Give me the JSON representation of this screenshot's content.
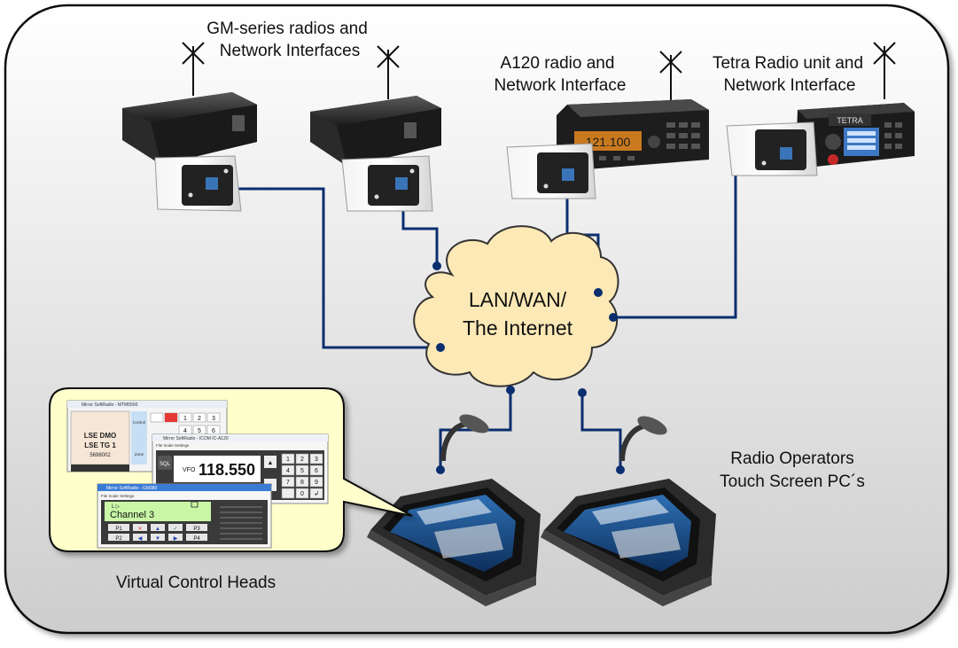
{
  "labels": {
    "gm_line1": "GM-series radios and",
    "gm_line2": "Network Interfaces",
    "a120_line1": "A120 radio and",
    "a120_line2": "Network Interface",
    "tetra_line1": "Tetra Radio unit and",
    "tetra_line2": "Network Interface",
    "cloud_line1": "LAN/WAN/",
    "cloud_line2": "The Internet",
    "operators_line1": "Radio Operators",
    "operators_line2": "Touch Screen PC´s",
    "virtual_heads": "Virtual Control Heads"
  },
  "devices": {
    "a120_display": "121.100",
    "tetra_logo": "TETRA"
  },
  "screens": {
    "window1_title": "Mirror SoftRadio - MTM5500",
    "window1_line1": "LSE DMO",
    "window1_line2": "LSE TG 1",
    "window1_line3": "5698002",
    "window1_btn1": "Control",
    "window1_btn2": "Zone",
    "window2_title": "Mirror SoftRadio - ICOM IC-A120",
    "window2_menu": "File   Scale   Settings",
    "window2_sql": "SQL",
    "window2_vfo": "VFO",
    "window2_freq": "118.550",
    "keypad": [
      "1",
      "2",
      "3",
      "4",
      "5",
      "6",
      "7",
      "8",
      "9",
      "0",
      "↲"
    ],
    "window3_title": "Mirror SoftRadio - GM380",
    "window3_menu": "File   Scale   Settings",
    "window3_icons": "L ▷",
    "window3_channel": "Channel 3",
    "window3_buttons": [
      "P1",
      "P2",
      "P3",
      "P4"
    ],
    "top_keypad": [
      "1",
      "2",
      "3",
      "4",
      "5",
      "6"
    ]
  },
  "colors": {
    "link": "#0a2e6e",
    "cloud_fill": "#fde9b6",
    "callout_fill": "#ffffcc",
    "panel_bg_top": "#fdfdfd",
    "panel_bg_bottom": "#cfcfcf",
    "lcd_green": "#c9f7a6"
  }
}
